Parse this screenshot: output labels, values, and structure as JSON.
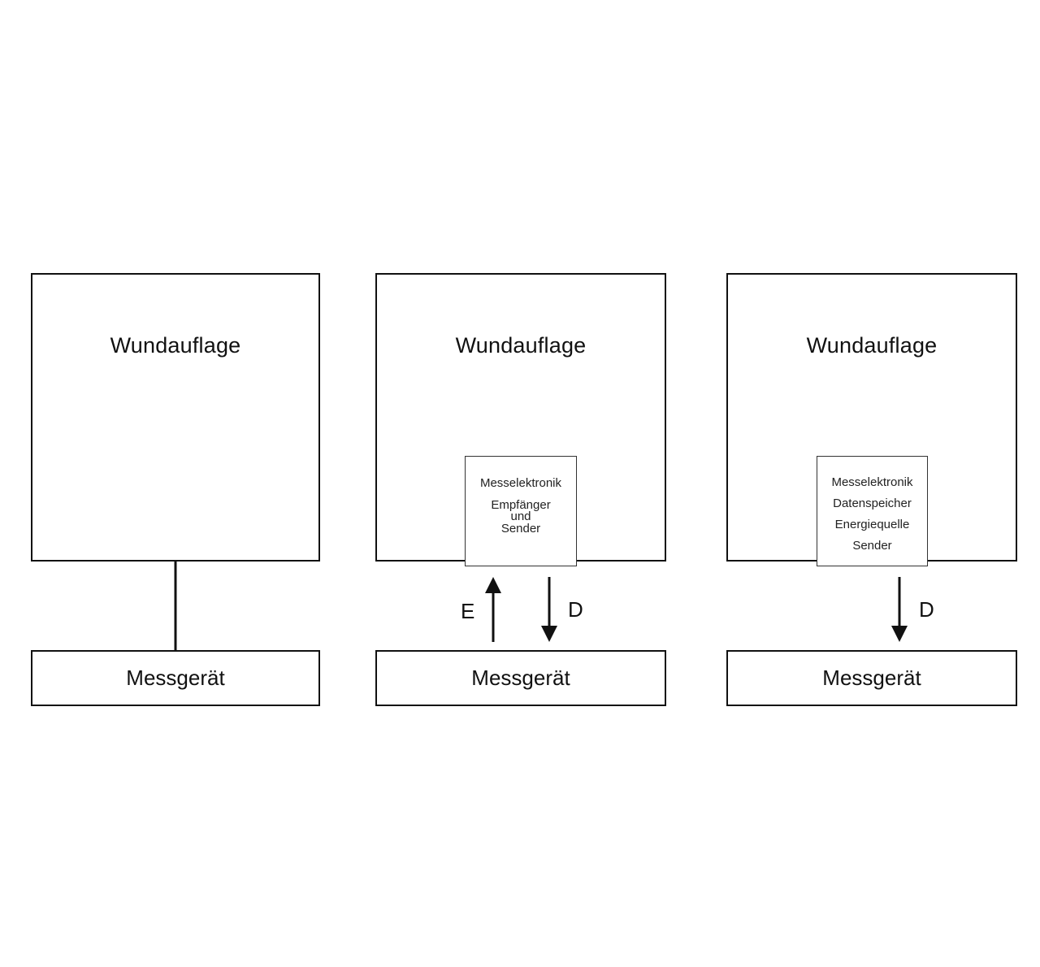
{
  "panels": [
    {
      "dressing_label": "Wundauflage",
      "meter_label": "Messgerät"
    },
    {
      "dressing_label": "Wundauflage",
      "meter_label": "Messgerät",
      "module_lines": [
        "Messelektronik",
        "Empfänger",
        "und",
        "Sender"
      ],
      "arrow_up_label": "E",
      "arrow_down_label": "D"
    },
    {
      "dressing_label": "Wundauflage",
      "meter_label": "Messgerät",
      "module_lines": [
        "Messelektronik",
        "Datenspeicher",
        "Energiequelle",
        "Sender"
      ],
      "arrow_down_label": "D"
    }
  ]
}
